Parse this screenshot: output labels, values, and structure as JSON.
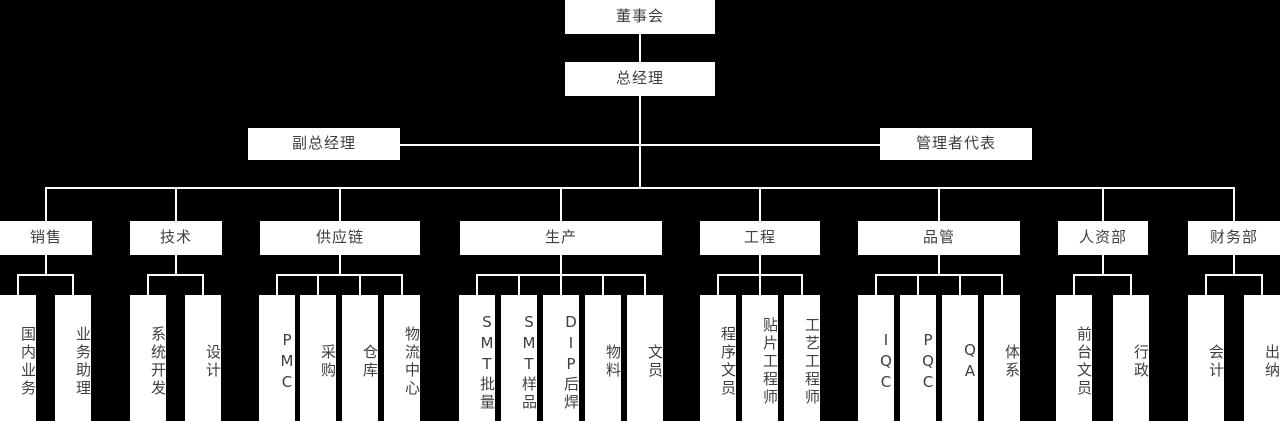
{
  "chart": {
    "title_visible": false,
    "background_color": "#000000",
    "box_color": "#ffffff",
    "text_color": "#3f3f3f",
    "line_color": "#ffffff"
  },
  "levels": {
    "board": {
      "label": "董事会"
    },
    "general_manager": {
      "label": "总经理"
    },
    "deputy_general_manager": {
      "label": "副总经理"
    },
    "management_representative": {
      "label": "管理者代表"
    }
  },
  "departments": [
    {
      "label": "销售",
      "children": [
        {
          "label": "国内业务"
        },
        {
          "label": "业务助理"
        }
      ]
    },
    {
      "label": "技术",
      "children": [
        {
          "label": "系统开发"
        },
        {
          "label": "设计"
        }
      ]
    },
    {
      "label": "供应链",
      "children": [
        {
          "label": "PMC"
        },
        {
          "label": "采购"
        },
        {
          "label": "仓库"
        },
        {
          "label": "物流中心"
        }
      ]
    },
    {
      "label": "生产",
      "children": [
        {
          "label": "SMT批量"
        },
        {
          "label": "SMT样品"
        },
        {
          "label": "DIP后焊"
        },
        {
          "label": "物料"
        },
        {
          "label": "文员"
        }
      ]
    },
    {
      "label": "工程",
      "children": [
        {
          "label": "程序文员"
        },
        {
          "label": "贴片工程师"
        },
        {
          "label": "工艺工程师"
        }
      ]
    },
    {
      "label": "品管",
      "children": [
        {
          "label": "IQC"
        },
        {
          "label": "PQC"
        },
        {
          "label": "QA"
        },
        {
          "label": "体系"
        }
      ]
    },
    {
      "label": "人资部",
      "children": [
        {
          "label": "前台文员"
        },
        {
          "label": "行政"
        }
      ]
    },
    {
      "label": "财务部",
      "children": [
        {
          "label": "会计"
        },
        {
          "label": "出纳"
        }
      ]
    }
  ]
}
